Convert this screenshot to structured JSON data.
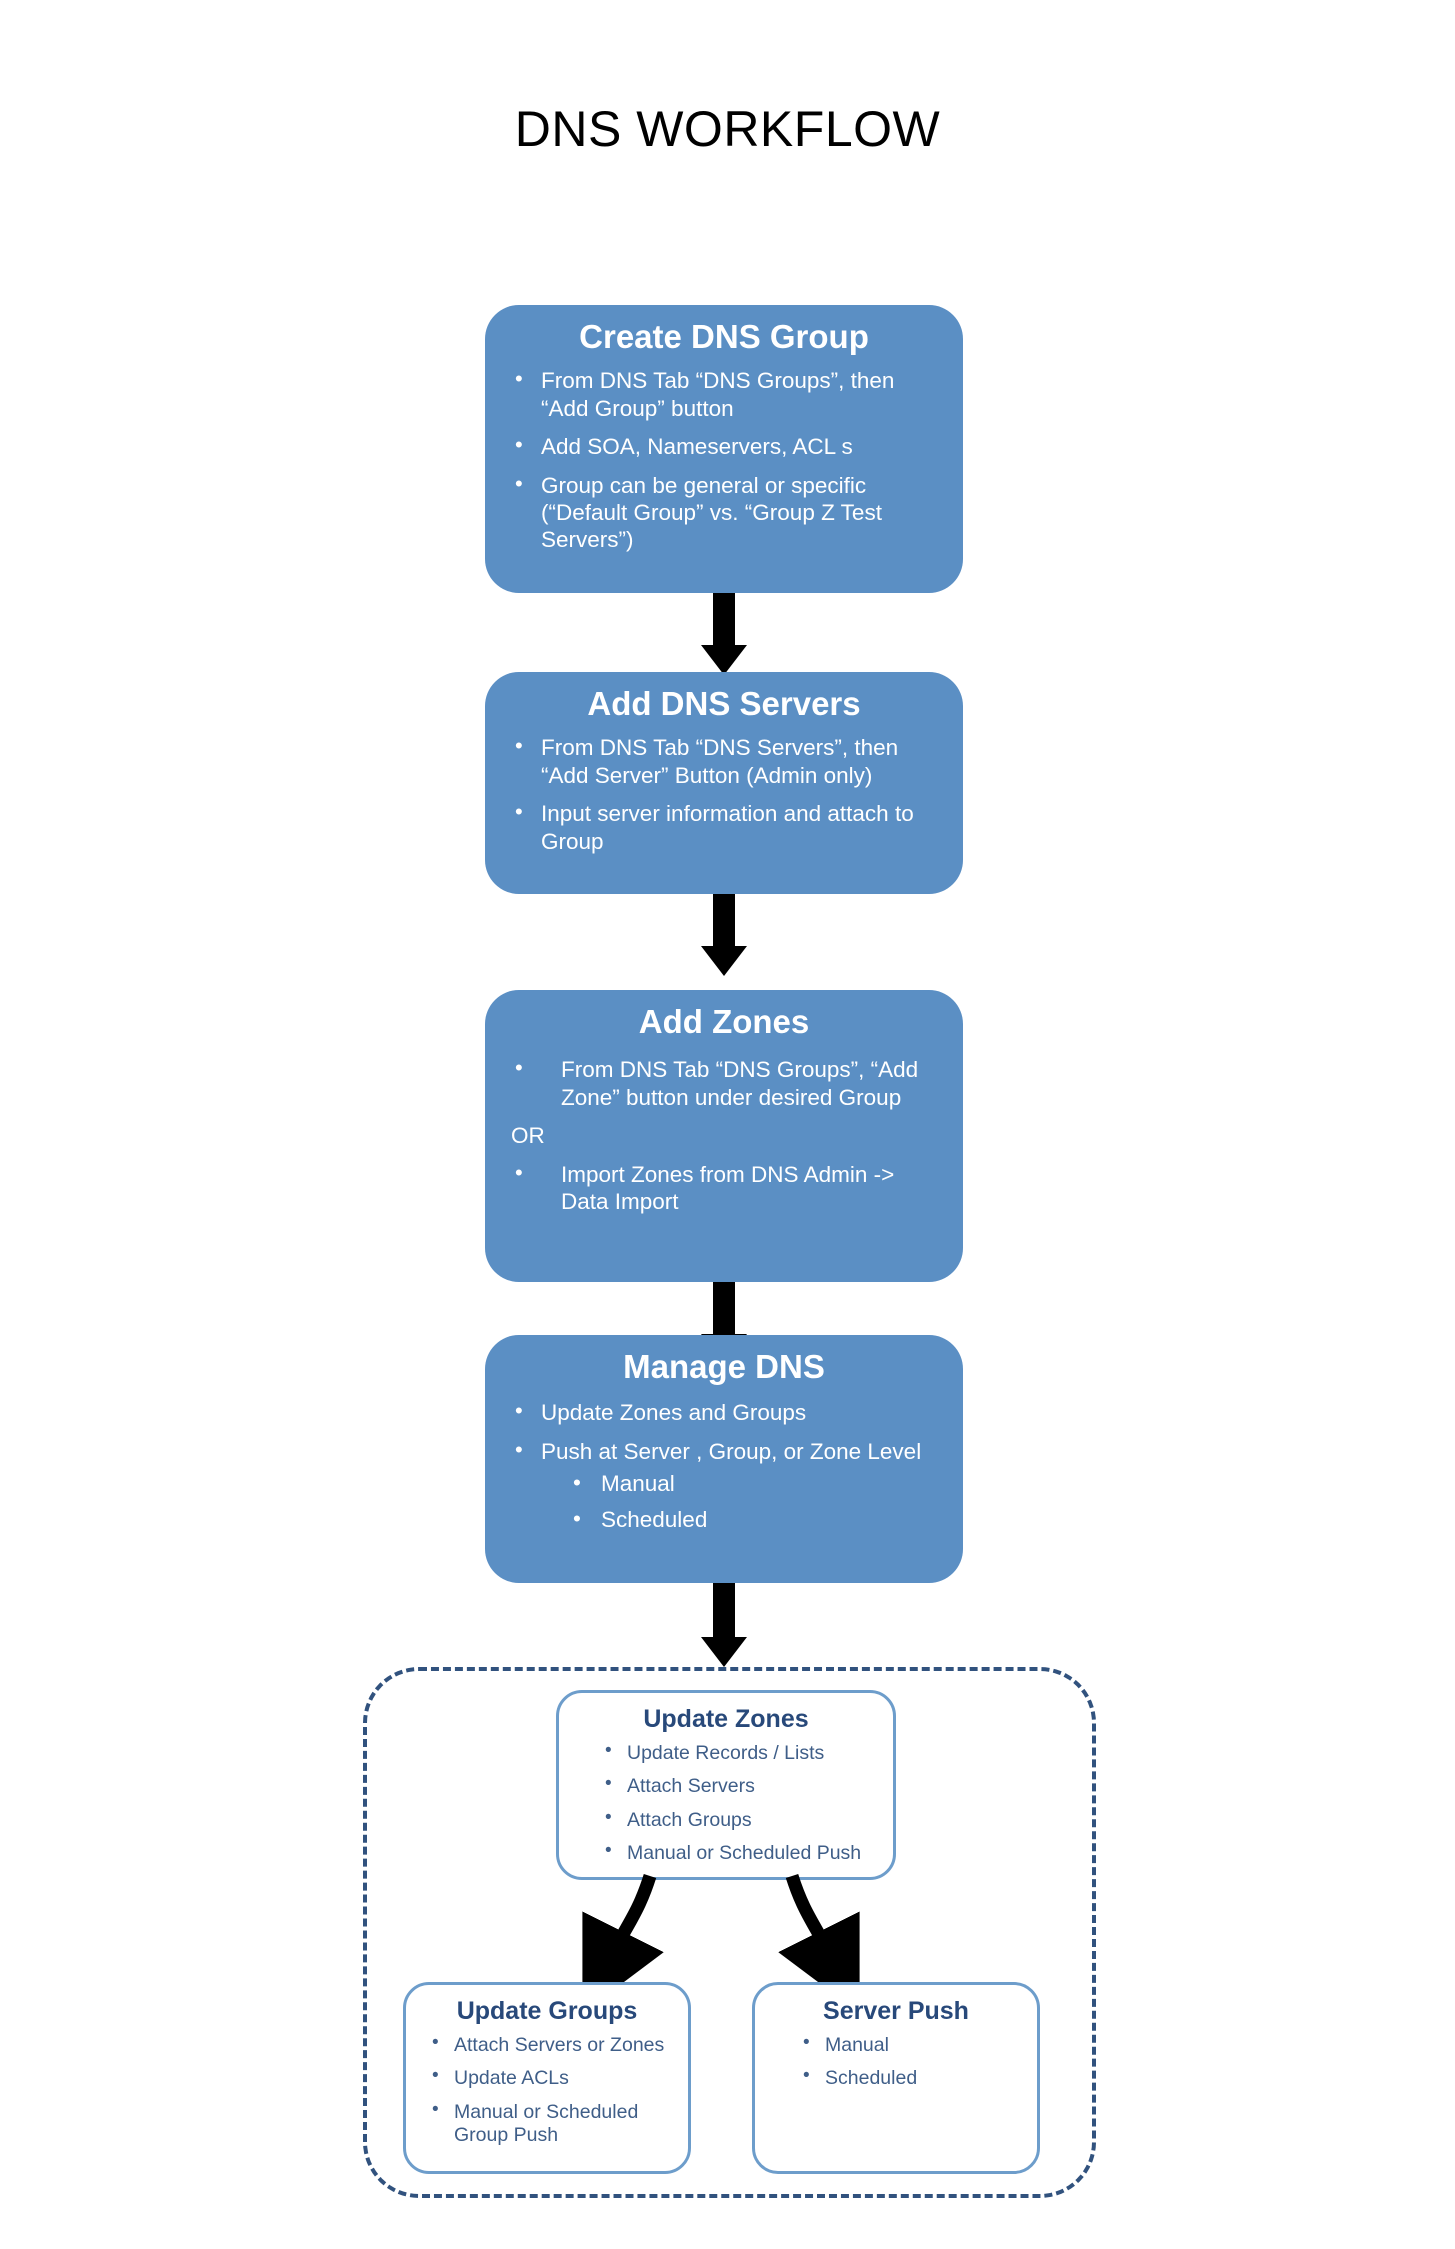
{
  "title": "DNS WORKFLOW",
  "colors": {
    "box_fill_blue": "#5b8fc4",
    "box_text_white": "#ffffff",
    "outline_blue": "#6d9dcb",
    "dark_blue_text": "#28497a",
    "body_blue_text": "#3f5e88",
    "dashed_border": "#31527e",
    "arrow_black": "#000000",
    "background": "#ffffff"
  },
  "chart_data": {
    "type": "diagram",
    "title": "DNS WORKFLOW",
    "nodes": [
      {
        "id": "create-dns-group",
        "label": "Create DNS Group"
      },
      {
        "id": "add-dns-servers",
        "label": "Add DNS Servers"
      },
      {
        "id": "add-zones",
        "label": "Add  Zones"
      },
      {
        "id": "manage-dns",
        "label": "Manage DNS"
      },
      {
        "id": "update-zones",
        "label": "Update Zones"
      },
      {
        "id": "update-groups",
        "label": "Update Groups"
      },
      {
        "id": "server-push",
        "label": "Server Push"
      }
    ],
    "edges": [
      {
        "from": "create-dns-group",
        "to": "add-dns-servers",
        "style": "straight-arrow-down"
      },
      {
        "from": "add-dns-servers",
        "to": "add-zones",
        "style": "straight-arrow-down"
      },
      {
        "from": "add-zones",
        "to": "manage-dns",
        "style": "straight-arrow-down"
      },
      {
        "from": "manage-dns",
        "to": "update-zones",
        "style": "straight-arrow-down"
      },
      {
        "from": "update-zones",
        "to": "update-groups",
        "style": "curved-arrow"
      },
      {
        "from": "update-zones",
        "to": "server-push",
        "style": "curved-arrow"
      }
    ]
  },
  "steps": {
    "create_group": {
      "title": "Create DNS Group",
      "bullets": [
        "From DNS Tab “DNS Groups”, then “Add Group” button",
        "Add SOA, Nameservers, ACL s",
        "Group can be general or specific (“Default Group” vs. “Group Z Test Servers”)"
      ]
    },
    "add_servers": {
      "title": "Add DNS Servers",
      "bullets": [
        "From DNS Tab “DNS Servers”, then “Add Server” Button (Admin only)",
        "Input server information and attach to Group"
      ]
    },
    "add_zones": {
      "title": "Add  Zones",
      "bullet_1": "From DNS Tab “DNS Groups”, “Add Zone” button under desired Group",
      "separator": "OR",
      "bullet_2": "Import Zones from DNS Admin -> Data Import"
    },
    "manage_dns": {
      "title": "Manage DNS",
      "bullets": [
        "Update Zones and Groups",
        "Push at Server , Group, or Zone Level"
      ],
      "sub_bullets": [
        "Manual",
        "Scheduled"
      ]
    }
  },
  "detail_group": {
    "update_zones": {
      "title": "Update Zones",
      "bullets": [
        "Update Records / Lists",
        "Attach Servers",
        "Attach Groups",
        "Manual or Scheduled Push"
      ]
    },
    "update_groups": {
      "title": "Update Groups",
      "bullets": [
        "Attach Servers or Zones",
        "Update ACLs",
        "Manual or Scheduled Group Push"
      ]
    },
    "server_push": {
      "title": "Server Push",
      "bullets": [
        "Manual",
        "Scheduled"
      ]
    }
  }
}
